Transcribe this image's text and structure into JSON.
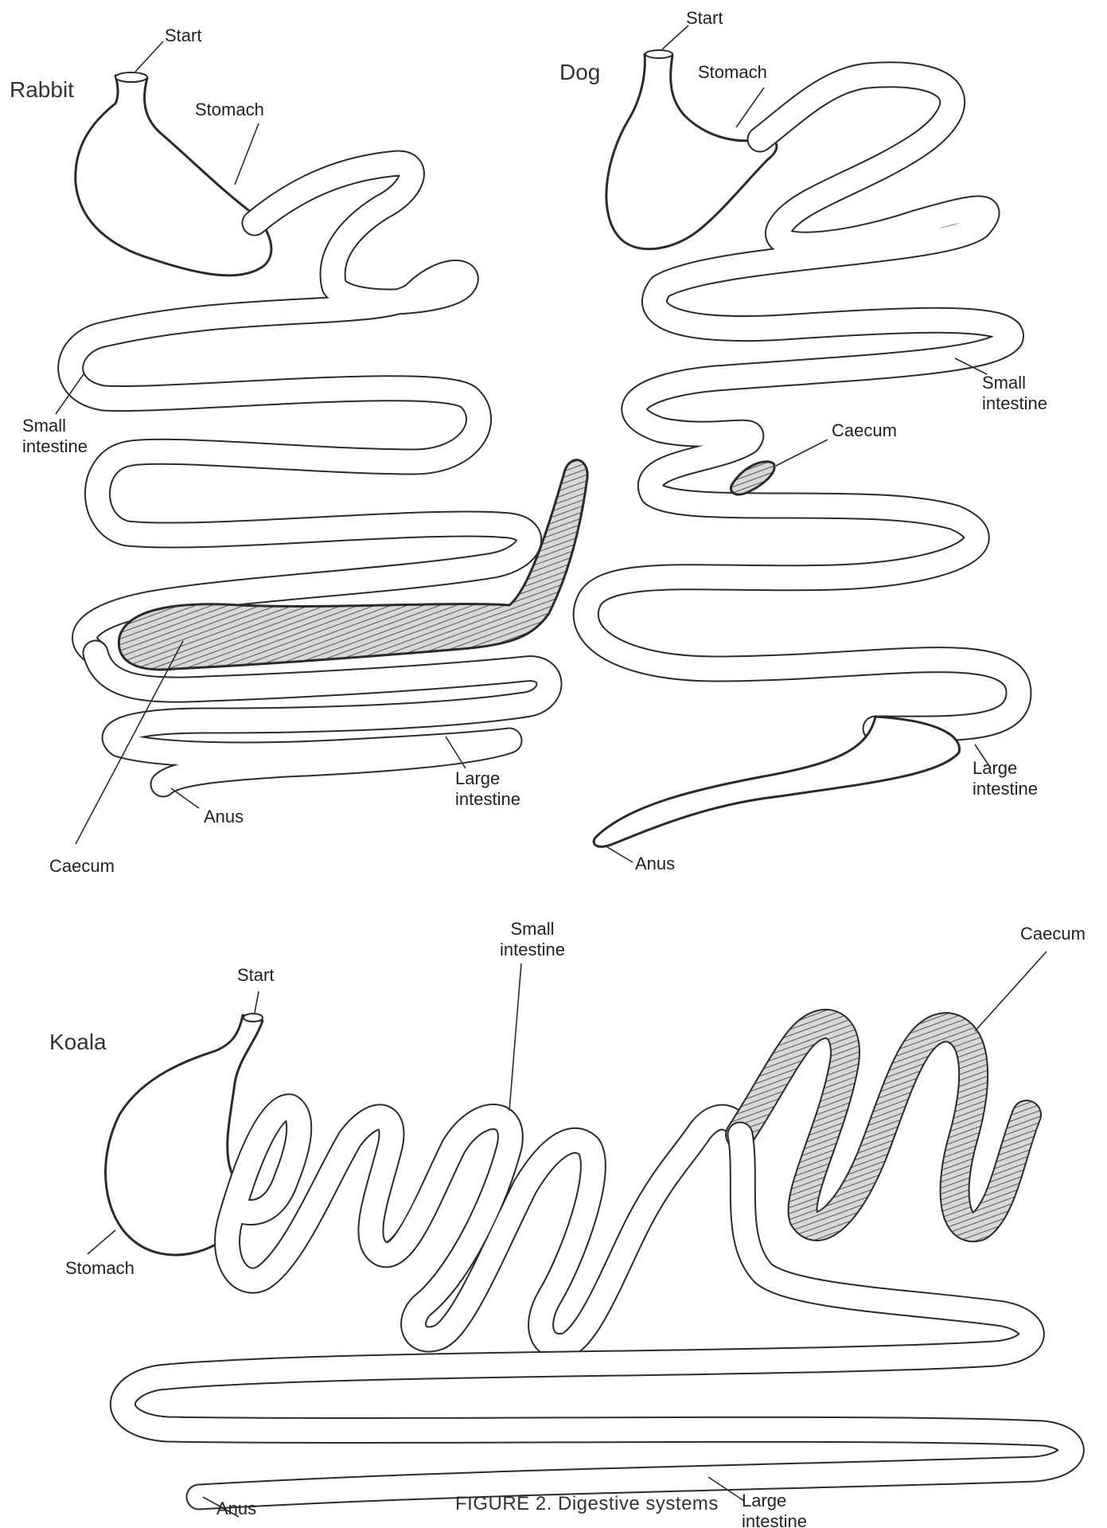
{
  "figure": {
    "caption": "FIGURE 2. Digestive systems"
  },
  "rabbit": {
    "name": "Rabbit",
    "labels": {
      "start": "Start",
      "stomach": "Stomach",
      "small_intestine": "Small\nintestine",
      "caecum": "Caecum",
      "large_intestine": "Large\nintestine",
      "anus": "Anus"
    }
  },
  "dog": {
    "name": "Dog",
    "labels": {
      "start": "Start",
      "stomach": "Stomach",
      "small_intestine": "Small\nintestine",
      "caecum": "Caecum",
      "large_intestine": "Large\nintestine",
      "anus": "Anus"
    }
  },
  "koala": {
    "name": "Koala",
    "labels": {
      "start": "Start",
      "stomach": "Stomach",
      "small_intestine": "Small\nintestine",
      "caecum": "Caecum",
      "large_intestine": "Large\nintestine",
      "anus": "Anus"
    }
  }
}
